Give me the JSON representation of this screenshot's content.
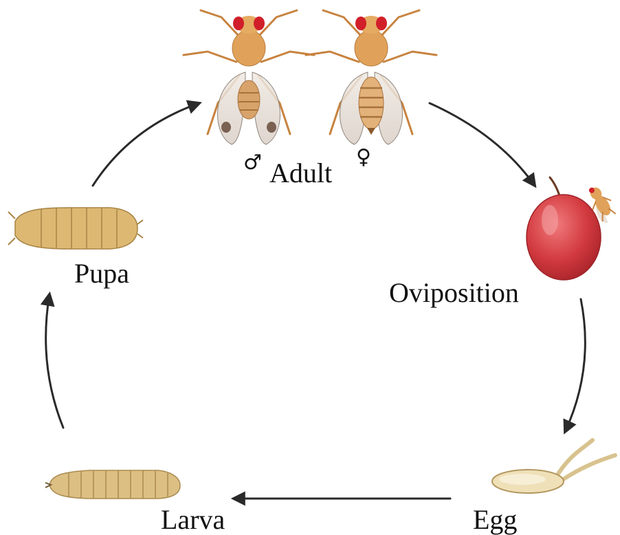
{
  "diagram": {
    "stages": {
      "adult": "Adult",
      "oviposition": "Oviposition",
      "egg": "Egg",
      "larva": "Larva",
      "pupa": "Pupa"
    },
    "symbols": {
      "male": "♂",
      "female": "♀"
    },
    "colors": {
      "arrow": "#2a2a2a",
      "fly_body": "#e0a25a",
      "fly_eye": "#d11f2a",
      "fruit": "#d23a3f",
      "larva": "#dcbf83",
      "pupa": "#dcb873",
      "egg": "#efe0b8"
    }
  }
}
